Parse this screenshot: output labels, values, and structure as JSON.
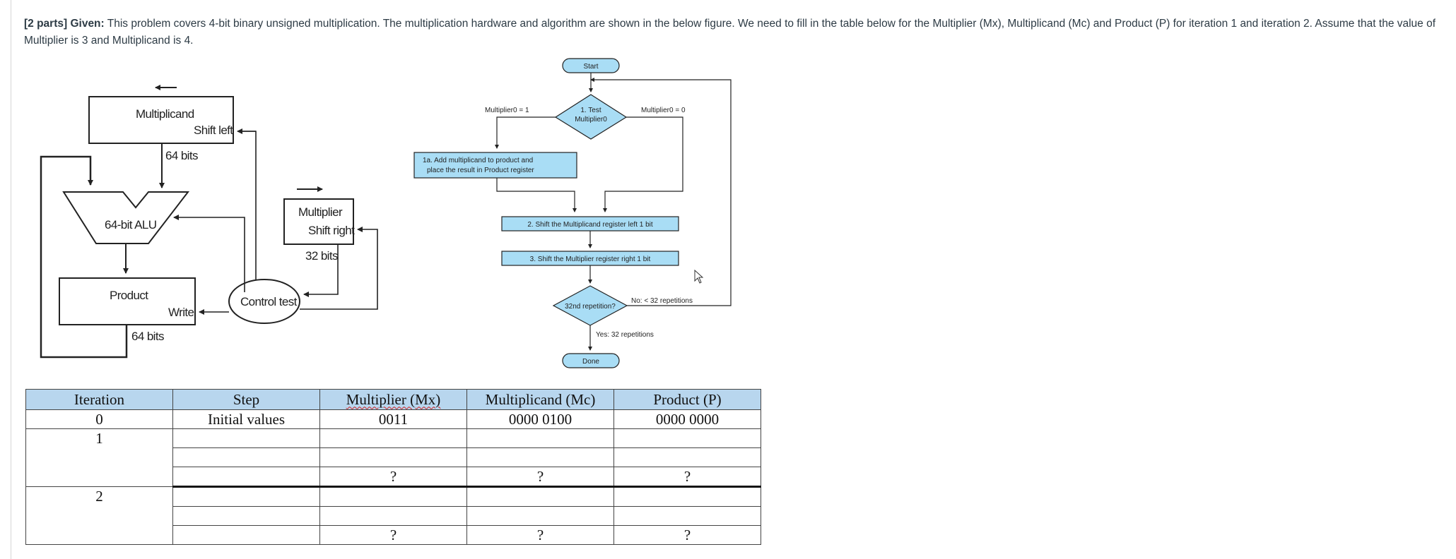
{
  "question": {
    "prefix": "[2 parts] Given:",
    "text": "This problem covers 4-bit binary unsigned multiplication. The multiplication hardware and algorithm are shown in the below figure. We need to fill in the table below for the Multiplier (Mx), Multiplicand (Mc) and Product (P) for iteration 1 and iteration 2. Assume that the value of Multiplier is 3 and Multiplicand is 4."
  },
  "hardware": {
    "multiplicand": "Multiplicand",
    "shift_left": "Shift left",
    "bits_64_a": "64 bits",
    "alu": "64-bit ALU",
    "product": "Product",
    "write": "Write",
    "bits_64_b": "64 bits",
    "multiplier": "Multiplier",
    "shift_right": "Shift right",
    "bits_32": "32 bits",
    "control": "Control test"
  },
  "flowchart": {
    "start": "Start",
    "test_line1": "1.  Test",
    "test_line2": "Multiplier0",
    "m1": "Multiplier0 = 1",
    "m0": "Multiplier0 = 0",
    "step1a_line1": "1a.  Add multiplicand to product and",
    "step1a_line2": "place the result in Product register",
    "step2": "2.  Shift the Multiplicand register left 1 bit",
    "step3": "3.  Shift the Multiplier register right 1 bit",
    "decision": "32nd repetition?",
    "no": "No: < 32 repetitions",
    "yes": "Yes: 32 repetitions",
    "done": "Done"
  },
  "table": {
    "headers": [
      "Iteration",
      "Step",
      "Multiplier (Mx)",
      "Multiplicand (Mc)",
      "Product (P)"
    ],
    "row0": [
      "0",
      "Initial values",
      "0011",
      "0000 0100",
      "0000 0000"
    ],
    "iter1": "1",
    "iter2": "2",
    "q": "?"
  }
}
